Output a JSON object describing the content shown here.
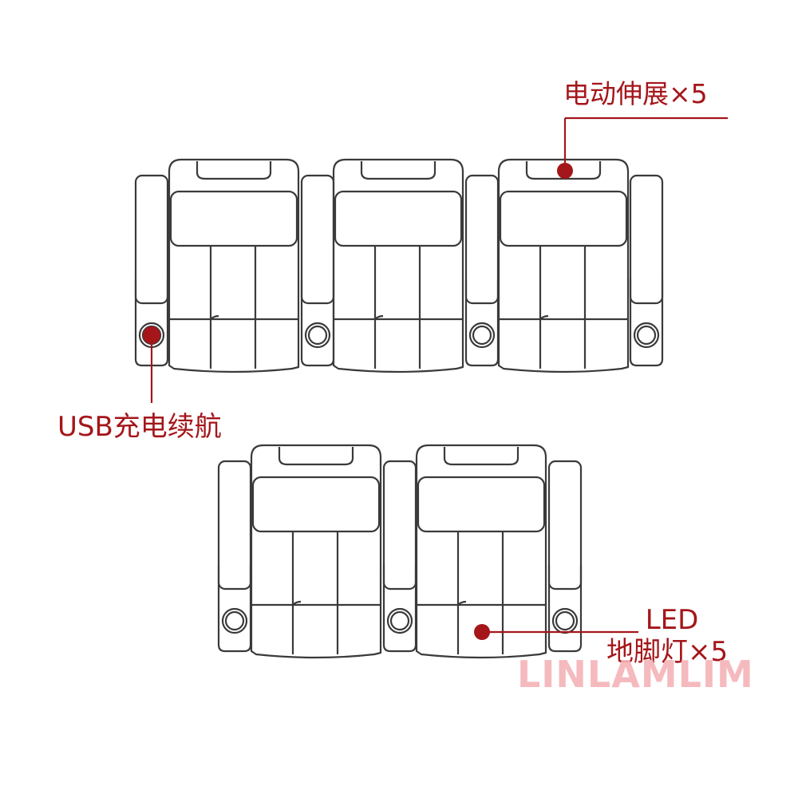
{
  "callouts": {
    "motor": "电动伸展×5",
    "usb": "USB充电续航",
    "led_line1": "LED",
    "led_line2": "地脚灯×5"
  },
  "watermark": "LINLAMLIM",
  "rows": [
    {
      "seats": 3
    },
    {
      "seats": 2
    }
  ],
  "colors": {
    "outline": "#3a3a3a",
    "accent": "#a4161a",
    "watermark": "#f5b3b8"
  }
}
